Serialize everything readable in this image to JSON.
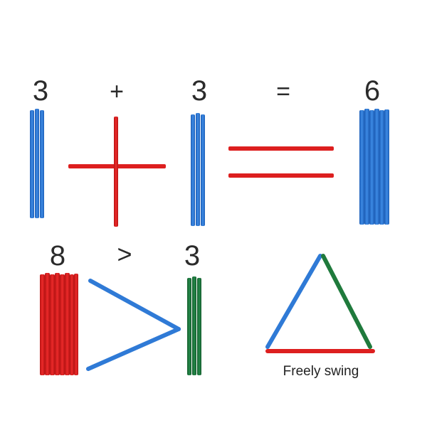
{
  "equation": {
    "left_number": "3",
    "plus_sign": "+",
    "right_number": "3",
    "equals_sign": "=",
    "result_number": "6"
  },
  "comparison": {
    "left_number": "8",
    "operator": ">",
    "right_number": "3"
  },
  "triangle": {
    "caption": "Freely swing"
  },
  "colors": {
    "blue_stick": "#2f7ad6",
    "red_stick": "#dd1f1f",
    "green_stick": "#1f7a3c",
    "text": "#2b2b2b",
    "background": "#ffffff"
  }
}
